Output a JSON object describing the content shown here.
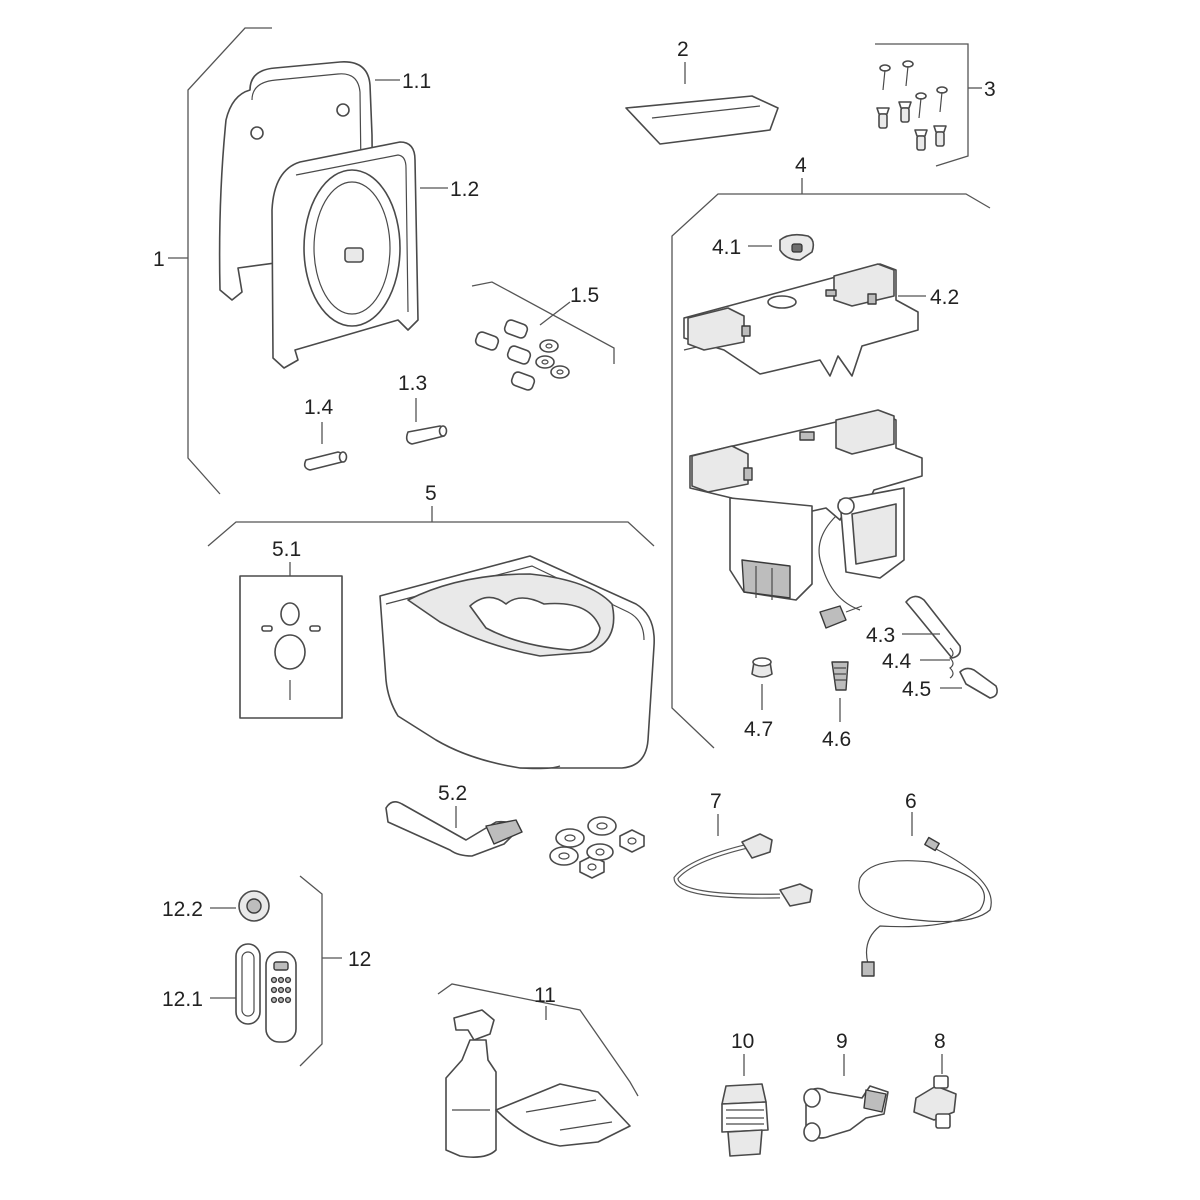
{
  "diagram": {
    "labels": {
      "l1": "1",
      "l1_1": "1.1",
      "l1_2": "1.2",
      "l1_3": "1.3",
      "l1_4": "1.4",
      "l1_5": "1.5",
      "l2": "2",
      "l3": "3",
      "l4": "4",
      "l4_1": "4.1",
      "l4_2": "4.2",
      "l4_3": "4.3",
      "l4_4": "4.4",
      "l4_5": "4.5",
      "l4_6": "4.6",
      "l4_7": "4.7",
      "l5": "5",
      "l5_1": "5.1",
      "l5_2": "5.2",
      "l6": "6",
      "l7": "7",
      "l8": "8",
      "l9": "9",
      "l10": "10",
      "l11": "11",
      "l12": "12",
      "l12_1": "12.1",
      "l12_2": "12.2"
    }
  }
}
